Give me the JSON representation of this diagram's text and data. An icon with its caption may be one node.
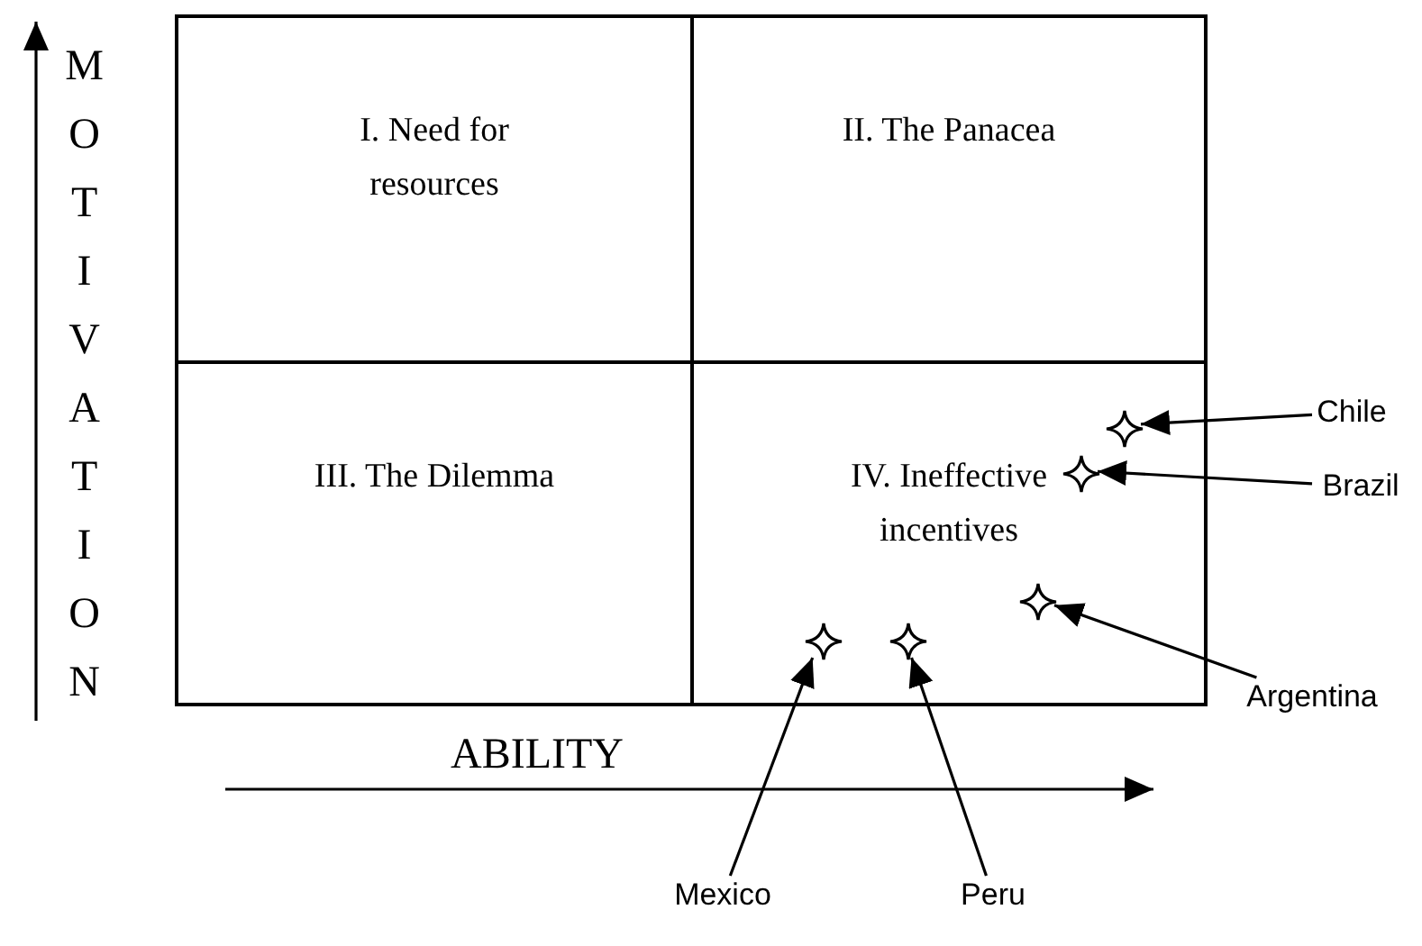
{
  "diagram": {
    "nodes": [
      {
        "text": [
          "I. Need for resources"
        ]
      },
      {
        "text": [
          "II. The Panacea"
        ]
      },
      {
        "text": [
          "III. The Dilemma"
        ]
      },
      {
        "text": [
          "IV. Ineffective incentives"
        ]
      },
      {
        "text": [],
        "shape": "star",
        "in": 3
      },
      {
        "text": [],
        "shape": "star",
        "in": 3
      },
      {
        "text": [],
        "shape": "star",
        "in": 3
      },
      {
        "text": [],
        "shape": "star",
        "in": 3
      },
      {
        "text": [],
        "shape": "star",
        "in": 3
      },
      {
        "text": [
          "Chile"
        ]
      },
      {
        "text": [
          "Brazil"
        ]
      },
      {
        "text": [
          "Argentina"
        ]
      },
      {
        "text": [
          "Mexico"
        ]
      },
      {
        "text": [
          "Peru"
        ]
      }
    ],
    "edges": [
      {
        "from": 9,
        "to": 4,
        "arrow": "to"
      },
      {
        "from": 10,
        "to": 5,
        "arrow": "to"
      },
      {
        "from": 11,
        "to": 6,
        "arrow": "to"
      },
      {
        "from": 12,
        "to": 7,
        "arrow": "to"
      },
      {
        "from": 13,
        "to": 8,
        "arrow": "to"
      }
    ],
    "labels": [
      "MOTIVATION",
      "ABILITY"
    ]
  }
}
